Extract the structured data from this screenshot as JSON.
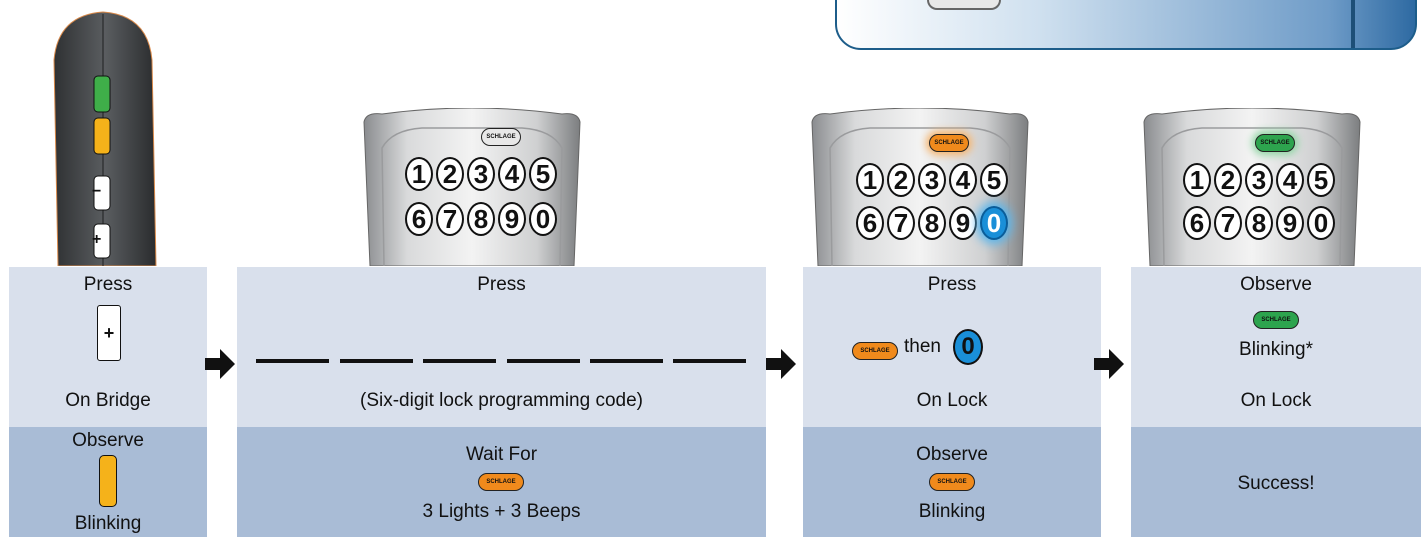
{
  "steps": [
    {
      "action": "Press",
      "button_symbol": "+",
      "location": "On Bridge",
      "observe_label": "Observe",
      "result": "Blinking",
      "bridge_minus": "−",
      "bridge_plus": "+"
    },
    {
      "action": "Press",
      "code_hint": "(Six-digit lock programming code)",
      "code_slots": 6,
      "wait_label": "Wait For",
      "result": "3 Lights + 3 Beeps"
    },
    {
      "action": "Press",
      "then_label": "then",
      "then_key": "0",
      "location": "On Lock",
      "observe_label": "Observe",
      "result": "Blinking"
    },
    {
      "action": "Observe",
      "status": "Blinking*",
      "location": "On Lock",
      "result": "Success!"
    }
  ],
  "keypad": {
    "logo": "SCHLAGE",
    "row1": [
      "1",
      "2",
      "3",
      "4",
      "5"
    ],
    "row2": [
      "6",
      "7",
      "8",
      "9",
      "0"
    ]
  },
  "colors": {
    "panel_top": "#d9e0ec",
    "panel_bottom": "#a9bcd6",
    "led_green": "#3fae49",
    "led_amber": "#f5b21a",
    "logo_orange": "#f08a1c",
    "logo_green": "#2da44e",
    "key_highlight_blue": "#1a8fd8",
    "banner_blue": "#1d5d8a"
  }
}
